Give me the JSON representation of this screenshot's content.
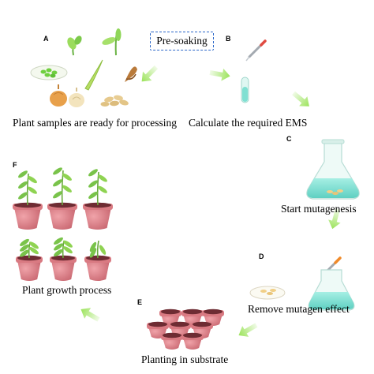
{
  "panels": {
    "a": {
      "letter": "A",
      "caption": "Plant samples are ready for processing"
    },
    "b": {
      "letter": "B",
      "caption": "Calculate the required EMS"
    },
    "c": {
      "letter": "C",
      "caption": "Start mutagenesis"
    },
    "d": {
      "letter": "D",
      "caption": "Remove mutagen effect"
    },
    "e": {
      "letter": "E",
      "caption": "Planting in substrate"
    },
    "f": {
      "letter": "F",
      "caption": "Plant growth process"
    }
  },
  "presoak_label": "Pre-soaking",
  "colors": {
    "arrow": "#9be35a",
    "pot": "#d97a82",
    "pot_dark": "#a8454e",
    "soil": "#6e2c33",
    "leaf": "#79c34a",
    "flask_liquid": "#7fe0d2",
    "dash_box": "#2a66c8"
  }
}
